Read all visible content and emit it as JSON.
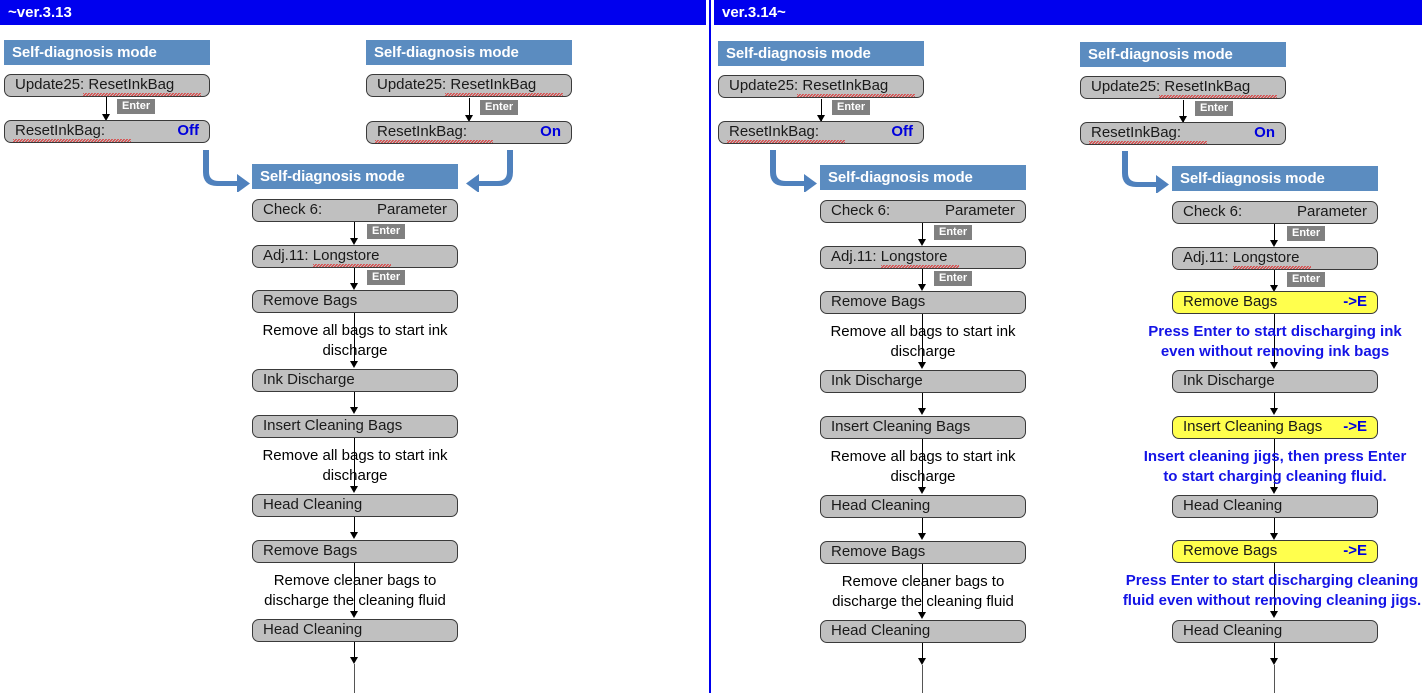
{
  "colors": {
    "version_bar_bg": "#0000ee",
    "section_header_bg": "#5b8cc0",
    "box_bg": "#c0c0c0",
    "box_highlight_bg": "#ffff4d",
    "enter_key_bg": "#808080",
    "value_text": "#0000dd",
    "note_text": "#1414e6"
  },
  "panels": [
    {
      "version_label": "~ver.3.13",
      "columns": [
        {
          "header": "Self-diagnosis mode",
          "steps": [
            {
              "label": "Update25: ResetInkBag",
              "value": ""
            },
            {
              "label": "ResetInkBag:",
              "value": "Off"
            }
          ],
          "enter_keys": [
            "Enter"
          ]
        },
        {
          "header": "Self-diagnosis mode",
          "steps": [
            {
              "label": "Update25: ResetInkBag",
              "value": ""
            },
            {
              "label": "ResetInkBag:",
              "value": "On"
            }
          ],
          "enter_keys": [
            "Enter"
          ]
        }
      ],
      "flow": {
        "header": "Self-diagnosis mode",
        "items": [
          {
            "kind": "box",
            "label": "Check  6:",
            "value": "Parameter",
            "value_style": "plain",
            "highlight": false
          },
          {
            "kind": "enter",
            "label": "Enter"
          },
          {
            "kind": "box",
            "label": "Adj.11:  Longstore",
            "value": "",
            "highlight": false
          },
          {
            "kind": "enter",
            "label": "Enter"
          },
          {
            "kind": "box",
            "label": "Remove Bags",
            "value": "",
            "highlight": false
          },
          {
            "kind": "caption",
            "text": "Remove all bags to start ink\ndischarge",
            "style": "black"
          },
          {
            "kind": "box",
            "label": "Ink Discharge",
            "value": "",
            "highlight": false
          },
          {
            "kind": "box",
            "label": "Insert Cleaning Bags",
            "value": "",
            "highlight": false
          },
          {
            "kind": "caption",
            "text": "Remove all bags to start ink\ndischarge",
            "style": "black"
          },
          {
            "kind": "box",
            "label": "Head Cleaning",
            "value": "",
            "highlight": false
          },
          {
            "kind": "box",
            "label": "Remove Bags",
            "value": "",
            "highlight": false
          },
          {
            "kind": "caption",
            "text": "Remove cleaner bags to\ndischarge the cleaning fluid",
            "style": "black"
          },
          {
            "kind": "box",
            "label": "Head Cleaning",
            "value": "",
            "highlight": false
          }
        ]
      }
    },
    {
      "version_label": "ver.3.14~",
      "columns": [
        {
          "header": "Self-diagnosis mode",
          "steps": [
            {
              "label": "Update25: ResetInkBag",
              "value": ""
            },
            {
              "label": "ResetInkBag:",
              "value": "Off"
            }
          ],
          "enter_keys": [
            "Enter"
          ]
        },
        {
          "header": "Self-diagnosis mode",
          "steps": [
            {
              "label": "Update25: ResetInkBag",
              "value": ""
            },
            {
              "label": "ResetInkBag:",
              "value": "On"
            }
          ],
          "enter_keys": [
            "Enter"
          ]
        }
      ],
      "flow_off": {
        "header": "Self-diagnosis mode",
        "items": [
          {
            "kind": "box",
            "label": "Check  6:",
            "value": "Parameter",
            "value_style": "plain",
            "highlight": false
          },
          {
            "kind": "enter",
            "label": "Enter"
          },
          {
            "kind": "box",
            "label": "Adj.11:  Longstore",
            "value": "",
            "highlight": false
          },
          {
            "kind": "enter",
            "label": "Enter"
          },
          {
            "kind": "box",
            "label": "Remove Bags",
            "value": "",
            "highlight": false
          },
          {
            "kind": "caption",
            "text": "Remove all bags to start ink\ndischarge",
            "style": "black"
          },
          {
            "kind": "box",
            "label": "Ink Discharge",
            "value": "",
            "highlight": false
          },
          {
            "kind": "box",
            "label": "Insert Cleaning Bags",
            "value": "",
            "highlight": false
          },
          {
            "kind": "caption",
            "text": "Remove all bags to start ink\ndischarge",
            "style": "black"
          },
          {
            "kind": "box",
            "label": "Head Cleaning",
            "value": "",
            "highlight": false
          },
          {
            "kind": "box",
            "label": "Remove Bags",
            "value": "",
            "highlight": false
          },
          {
            "kind": "caption",
            "text": "Remove cleaner bags to\ndischarge the cleaning fluid",
            "style": "black"
          },
          {
            "kind": "box",
            "label": "Head Cleaning",
            "value": "",
            "highlight": false
          }
        ]
      },
      "flow_on": {
        "header": "Self-diagnosis mode",
        "items": [
          {
            "kind": "box",
            "label": "Check  6:",
            "value": "Parameter",
            "value_style": "plain",
            "highlight": false
          },
          {
            "kind": "enter",
            "label": "Enter"
          },
          {
            "kind": "box",
            "label": "Adj.11:  Longstore",
            "value": "",
            "highlight": false
          },
          {
            "kind": "enter",
            "label": "Enter"
          },
          {
            "kind": "box",
            "label": "Remove Bags",
            "value": "->E",
            "highlight": true
          },
          {
            "kind": "caption",
            "text": "Press Enter to start discharging ink\neven without removing ink bags",
            "style": "blue"
          },
          {
            "kind": "box",
            "label": "Ink Discharge",
            "value": "",
            "highlight": false
          },
          {
            "kind": "box",
            "label": "Insert Cleaning Bags",
            "value": "->E",
            "highlight": true
          },
          {
            "kind": "caption",
            "text": "Insert cleaning jigs, then press Enter\nto start charging cleaning fluid.",
            "style": "blue"
          },
          {
            "kind": "box",
            "label": "Head Cleaning",
            "value": "",
            "highlight": false
          },
          {
            "kind": "box",
            "label": "Remove Bags",
            "value": "->E",
            "highlight": true
          },
          {
            "kind": "caption",
            "text": "Press Enter to start discharging cleaning\nfluid even without removing cleaning jigs.",
            "style": "blue"
          },
          {
            "kind": "box",
            "label": "Head Cleaning",
            "value": "",
            "highlight": false
          }
        ]
      }
    }
  ]
}
